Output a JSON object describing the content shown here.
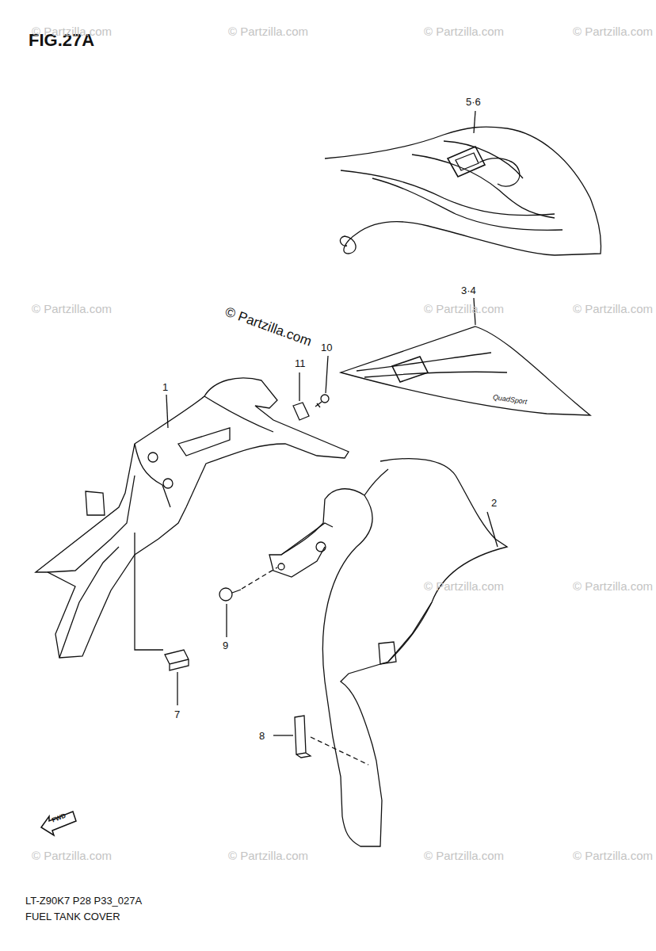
{
  "diagram": {
    "title": "FIG.27A",
    "labels": [
      "5·6",
      "3·4",
      "1",
      "11",
      "10",
      "2",
      "9",
      "7",
      "8",
      "FWD",
      "QuadSport",
      "© Partzilla.com",
      "LT-Z90K7 P28 P33_027A",
      "FUEL TANK COVER",
      "© Partzilla.com",
      "© Partzilla.com",
      "© Partzilla.com",
      "© Partzilla.com",
      "© Partzilla.com",
      "© Partzilla.com",
      "© Partzilla.com",
      "© Partzilla.com",
      "© Partzilla.com",
      "© Partzilla.com",
      "© Partzilla.com",
      "© Partzilla.com",
      "© Partzilla.com"
    ]
  }
}
